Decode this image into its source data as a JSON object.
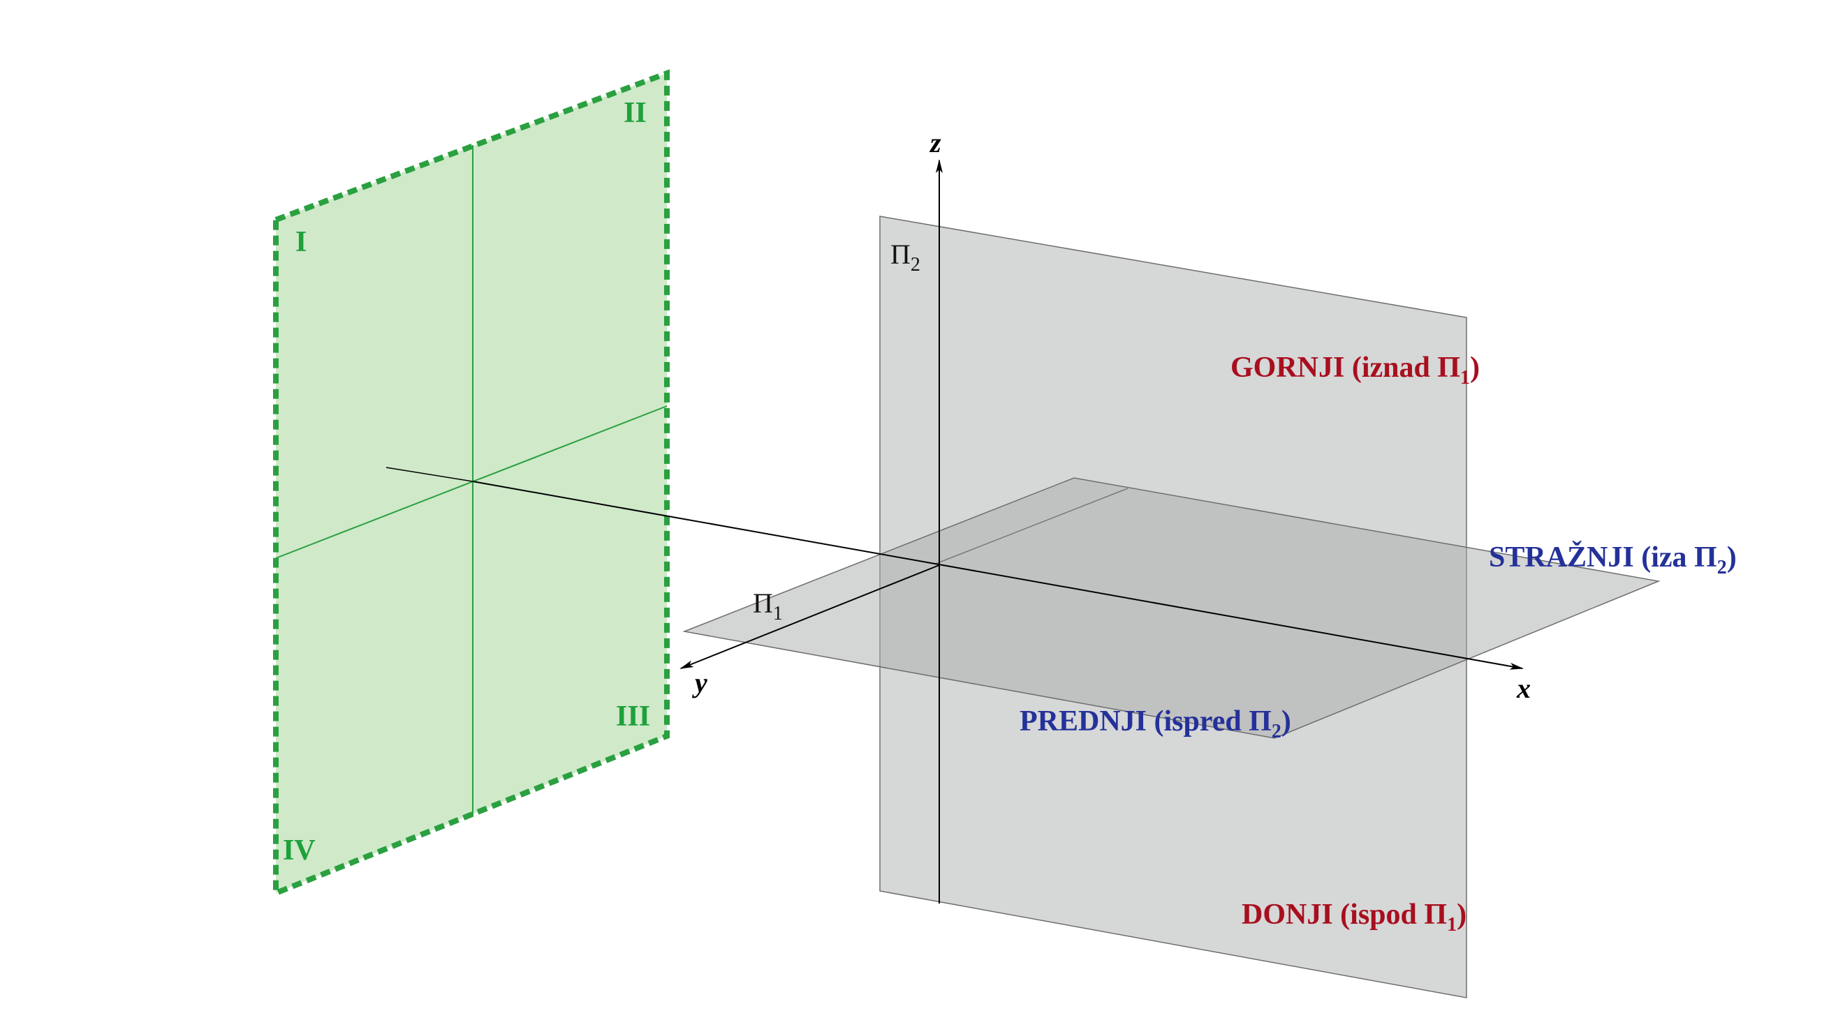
{
  "colors": {
    "green_fill": "#cfe9c9",
    "green_line": "#2aa040",
    "green_text": "#1ea03a",
    "plane_fill": "#c6c8c8",
    "plane_edge": "#6e6e6e",
    "axis": "#000000",
    "region_red": "#a80f1e",
    "region_blue": "#24319a"
  },
  "quadrants": {
    "q1": "I",
    "q2": "II",
    "q3": "III",
    "q4": "IV"
  },
  "axes": {
    "x": "x",
    "y": "y",
    "z": "z"
  },
  "planes": {
    "pi2": {
      "symbol": "Π",
      "sub": "2"
    },
    "pi1": {
      "symbol": "Π",
      "sub": "1"
    }
  },
  "regions": {
    "upper": {
      "text": "GORNJI (iznad Π",
      "sub": "1",
      "close": ")"
    },
    "lower": {
      "text": "DONJI (ispod Π",
      "sub": "1",
      "close": ")"
    },
    "front": {
      "text": "PREDNJI (ispred Π",
      "sub": "2",
      "close": ")"
    },
    "back": {
      "text": "STRAŽNJI (iza Π",
      "sub": "2",
      "close": ")"
    }
  }
}
